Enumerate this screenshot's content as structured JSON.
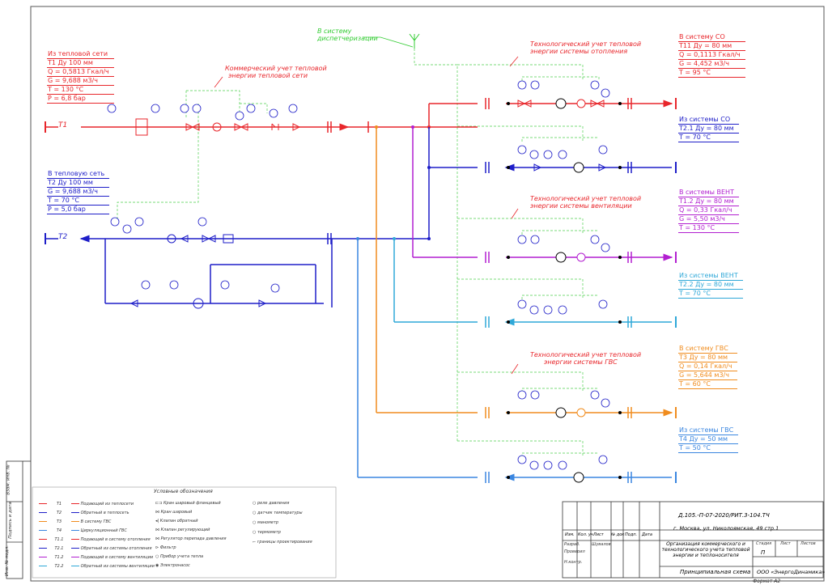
{
  "colors": {
    "t1": "#e8262b",
    "t2": "#1e1ec8",
    "t3": "#f08c1e",
    "t4": "#3a86e0",
    "vent": "#b21fd0",
    "vent_ret": "#2fa8d8",
    "dispatch": "#33cc33"
  },
  "dispatch": {
    "line1": "В систему",
    "line2": "диспетчеризации"
  },
  "commercial_label": {
    "line1": "Коммерческий учет тепловой",
    "line2": "энергии тепловой сети"
  },
  "tech_heating": {
    "line1": "Технологический учет тепловой",
    "line2": "энергии системы отопления"
  },
  "tech_vent": {
    "line1": "Технологический учет тепловой",
    "line2": "энергии системы вентиляции"
  },
  "tech_gvs": {
    "line1": "Технологический учет тепловой",
    "line2": "энергии системы ГВС"
  },
  "supply_in": [
    "Из тепловой сети",
    "Т1 Ду 100 мм",
    "Q = 0,5813 Гкал/ч",
    "G = 9,688 м3/ч",
    "T = 130 °C",
    "P = 6,8 бар"
  ],
  "return_out": [
    "В тепловую сеть",
    "Т2  Ду 100 мм",
    "G = 9,688 м3/ч",
    "T = 70 °C",
    "P = 5,0 бар"
  ],
  "line_t1": "Т1",
  "line_t2": "Т2",
  "co_out": [
    "В систему СО",
    "Т11 Ду = 80 мм",
    "Q = 0,1113 Гкал/ч",
    "G = 4,452 м3/ч",
    "T = 95 °C"
  ],
  "co_in": [
    "Из системы СО",
    "Т2.1 Ду = 80 мм",
    "T = 70 °C"
  ],
  "vent_out": [
    "В системы ВЕНТ",
    "Т1.2 Ду = 80 мм",
    "Q = 0,33 Гкал/ч",
    "G = 5,50 м3/ч",
    "T = 130 °C"
  ],
  "vent_in": [
    "Из системы ВЕНТ",
    "Т2.2 Ду = 80 мм",
    "T = 70 °C"
  ],
  "gvs_out": [
    "В систему ГВС",
    "Т3 Ду = 80 мм",
    "Q = 0,14 Гкал/ч",
    "G = 5,644 м3/ч",
    "T = 60 °C"
  ],
  "gvs_in": [
    "Из системы ГВС",
    "Т4 Ду = 50 мм",
    "T = 50 °C"
  ],
  "legend": {
    "title": "Условные обозначения",
    "lines": [
      [
        "Т1",
        "Подающий из теплосети"
      ],
      [
        "Т2",
        "Обратный в теплосеть"
      ],
      [
        "Т3",
        "В систему ГВС"
      ],
      [
        "Т4",
        "Циркуляционный ГВС"
      ],
      [
        "Т1.1",
        "Подающий в систему отопления"
      ],
      [
        "Т2.1",
        "Обратный из системы отопления"
      ],
      [
        "Т1.2",
        "Подающий в систему вентиляции"
      ],
      [
        "Т2.2",
        "Обратный из системы вентиляции"
      ]
    ],
    "symbols": [
      "Кран шаровый фланцевый",
      "Кран шаровый",
      "Клапан обратный",
      "Клапан регулирующий",
      "Регулятор перепада давления",
      "Фильтр",
      "Прибор учета тепла",
      "Электронасос"
    ],
    "sensors": [
      "реле давления",
      "датчик температуры",
      "манометр",
      "термометр",
      "границы проектирования"
    ]
  },
  "stamp": {
    "code": "Д.105.-П-07-2020/РИТ.3-104.ТЧ",
    "address": "г. Москва, ул. Николоямская, 49 стр.1",
    "row_heads": [
      "Изм.",
      "Кол. уч",
      "Лист",
      "№ док",
      "Подп.",
      "Дата"
    ],
    "roles": [
      "Разраб.",
      "Проверил",
      "",
      "",
      "Н.контр."
    ],
    "developer": "Шувалов",
    "project_title": "Организация коммерческого и технологического учета тепловой энергии и теплоносителя",
    "stage_head": "Стадия",
    "sheet_head": "Лист",
    "sheets_head": "Листов",
    "stage": "П",
    "scheme": "Принципиальная схема",
    "company": "ООО «ЭнергоДинамика»",
    "format": "Формат A2"
  },
  "side_stamps": [
    "Взам. инв. №",
    "Подпись и дата",
    "Инв. № подл."
  ]
}
